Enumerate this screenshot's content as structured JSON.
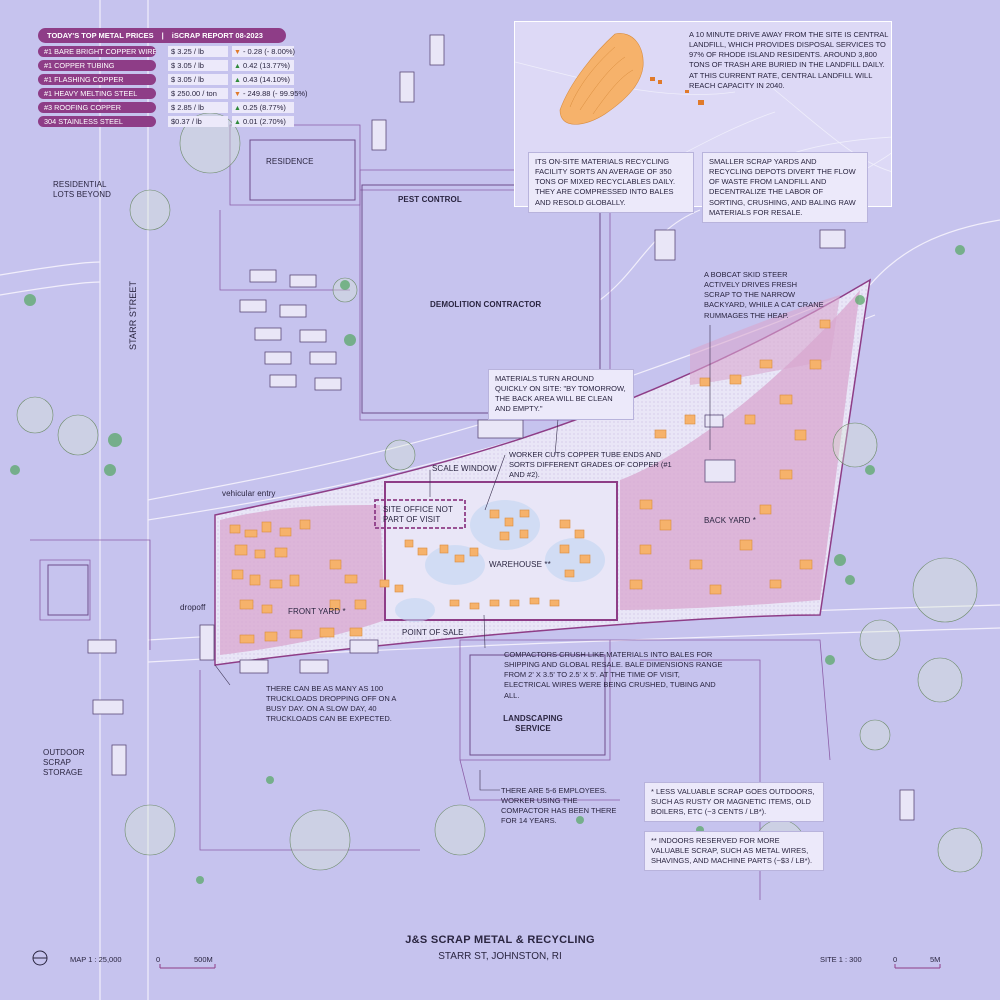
{
  "price_table": {
    "header_left": "TODAY'S TOP METAL PRICES",
    "header_sep": "|",
    "header_right": "iSCRAP REPORT  08-2023",
    "rows": [
      {
        "name": "#1 Bare Bright Copper Wire",
        "price": "$ 3.25 / lb",
        "direction": "down",
        "change": "- 0.28 (- 8.00%)"
      },
      {
        "name": "#1 Copper Tubing",
        "price": "$ 3.05 / lb",
        "direction": "up",
        "change": "0.42 (13.77%)"
      },
      {
        "name": "#1 Flashing Copper",
        "price": "$ 3.05 / lb",
        "direction": "up",
        "change": "0.43 (14.10%)"
      },
      {
        "name": "#1 Heavy Melting Steel",
        "price": "$ 250.00 / ton",
        "direction": "down",
        "change": "- 249.88 (- 99.95%)"
      },
      {
        "name": "#3 Roofing Copper",
        "price": "$ 2.85 / lb",
        "direction": "up",
        "change": "0.25 (8.77%)"
      },
      {
        "name": "304 Stainless Steel",
        "price": "$0.37 / lb",
        "direction": "up",
        "change": "0.01 (2.70%)"
      }
    ]
  },
  "inset": {
    "description": "A 10 minute drive away from the site is Central Landfill, which provides disposal services to 97% of Rhode Island residents. Around 3,800 tons of trash are buried in the landfill daily. At this current rate, Central Landfill will reach capacity in 2040.",
    "recycling_note": "Its on-site materials recycling facility sorts an average of 350 tons of mixed recyclables daily. They are compressed into bales and resold globally.",
    "scrapyard_note": "Smaller scrap yards and recycling depots divert the flow of waste from landfill and decentralize the labor of sorting, crushing, and baling raw materials for resale."
  },
  "labels": {
    "residence": "RESIDENCE",
    "pest_control": "PEST CONTROL",
    "demolition": "DEMOLITION CONTRACTOR",
    "residential_lots": "RESIDENTIAL LOTS BEYOND",
    "starr_street": "STARR STREET",
    "vehicular_entry": "vehicular entry",
    "dropoff": "dropoff",
    "scale_window": "SCALE WINDOW",
    "site_office": "SITE OFFICE NOT PART OF VISIT",
    "warehouse": "WAREHOUSE **",
    "front_yard": "FRONT YARD *",
    "back_yard": "BACK YARD *",
    "point_of_sale": "POINT OF SALE",
    "landscaping": "LANDSCAPING SERVICE",
    "outdoor_storage": "OUTDOOR SCRAP STORAGE"
  },
  "callouts": {
    "bobcat": "A Bobcat skid steer actively drives fresh scrap to the narrow backyard, while a CAT crane rummages the heap.",
    "turnaround": "Materials turn around quickly on site: \"By tomorrow, the back area will be clean and empty.\"",
    "copper_worker": "Worker cuts copper tube ends and sorts different grades of copper (#1 and #2).",
    "compactors": "Compactors crush like materials into bales for shipping and global resale. Bale dimensions range from 2' x 3.5'  to 2.5' x 5'. At the time of visit, electrical wires were being crushed, tubing and all.",
    "truckloads": "There can be as many as 100 truckloads dropping off on a busy day.  On a slow day, 40 truckloads can be expected.",
    "employees": "There are 5-6 employees. Worker using the compactor has been there for 14 years.",
    "less_valuable": "* Less valuable scrap goes outdoors, such as rusty or magnetic items, old boilers, etc (~3 cents / lb*).",
    "indoors": "** Indoors reserved for more valuable scrap, such as metal wires, shavings, and machine parts (~$3 / lb*)."
  },
  "footer": {
    "title": "J&S SCRAP METAL & RECYCLING",
    "subtitle": "STARR ST, JOHNSTON, RI",
    "map_scale_label": "MAP   1 : 25,000",
    "map_scale_zero": "0",
    "map_scale_end": "500M",
    "site_scale_label": "SITE   1 : 300",
    "site_scale_zero": "0",
    "site_scale_end": "5M"
  },
  "colors": {
    "background": "#c6c3ee",
    "accent_purple": "#8e3d87",
    "scrap_orange": "#f6b26b",
    "yard_pink": "#d8a6cf",
    "vegetation_green": "#5aa86a"
  }
}
